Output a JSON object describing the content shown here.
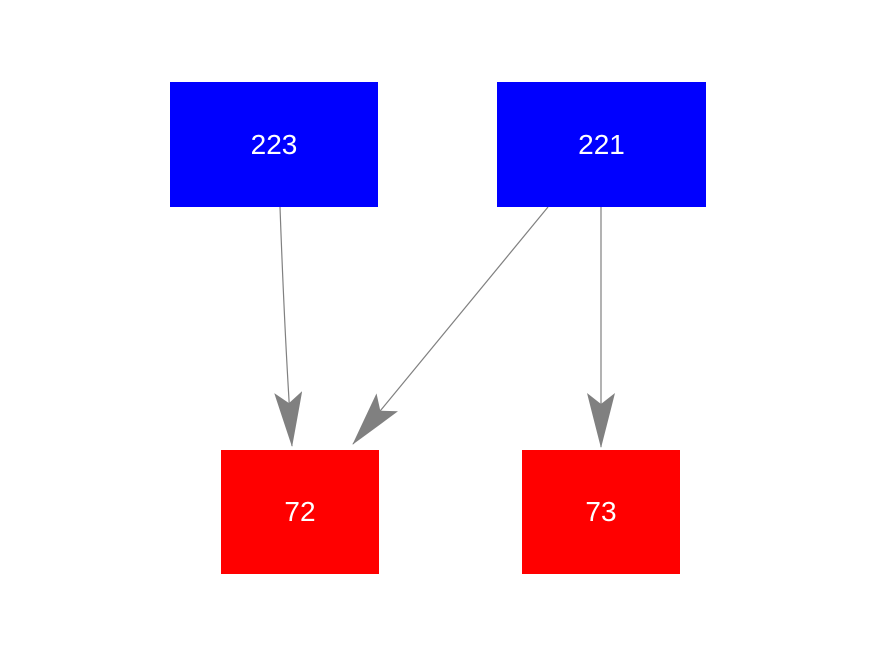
{
  "diagram": {
    "background_color": "#ffffff",
    "edge_color": "#808080",
    "nodes": [
      {
        "id": "223",
        "label": "223",
        "fill_color": "#0000ff",
        "text_color": "#ffffff",
        "row": "top"
      },
      {
        "id": "221",
        "label": "221",
        "fill_color": "#0000ff",
        "text_color": "#ffffff",
        "row": "top"
      },
      {
        "id": "72",
        "label": "72",
        "fill_color": "#ff0000",
        "text_color": "#ffffff",
        "row": "bottom"
      },
      {
        "id": "73",
        "label": "73",
        "fill_color": "#ff0000",
        "text_color": "#ffffff",
        "row": "bottom"
      }
    ],
    "edges": [
      {
        "from": "223",
        "to": "72"
      },
      {
        "from": "221",
        "to": "72"
      },
      {
        "from": "221",
        "to": "73"
      }
    ]
  }
}
